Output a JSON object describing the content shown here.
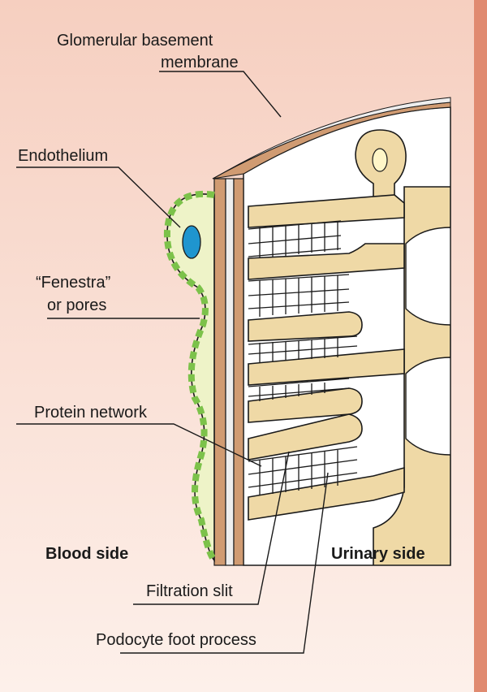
{
  "diagram": {
    "labels": {
      "gbm_line1": "Glomerular basement",
      "gbm_line2": "membrane",
      "endothelium": "Endothelium",
      "fenestra_line1": "“Fenestra”",
      "fenestra_line2": "or pores",
      "protein_network": "Protein network",
      "blood_side": "Blood side",
      "urinary_side": "Urinary side",
      "filtration_slit": "Filtration slit",
      "podocyte": "Podocyte foot process"
    },
    "colors": {
      "background_top": "#f6cfc0",
      "background_bottom": "#fdf0ea",
      "edge_strip": "#e08a70",
      "podocyte_fill": "#efd9a6",
      "endothelium_fill": "#eef3c8",
      "endothelium_dots": "#7cc24a",
      "nucleus": "#1f95cf",
      "membrane_brown": "#d09b72",
      "membrane_light": "#eeeeee"
    }
  }
}
